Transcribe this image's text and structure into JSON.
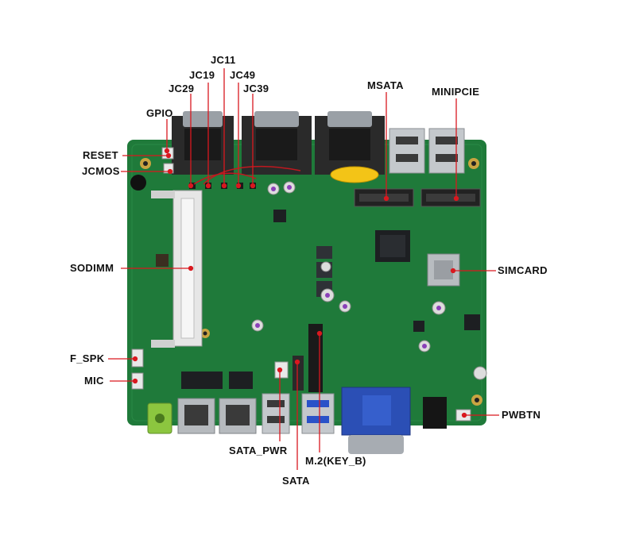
{
  "colors": {
    "board": "#1f7a3a",
    "board_dark": "#16602c",
    "silk": "#e8f3ea",
    "metal": "#b8bcc0",
    "chip": "#1d1f22",
    "vga_blue": "#2b4fb5",
    "audio_green": "#8cc63f",
    "callout": "#d9181f",
    "label_text": "#111111"
  },
  "labels": {
    "jc11": "JC11",
    "jc19": "JC19",
    "jc49": "JC49",
    "jc29": "JC29",
    "jc39": "JC39",
    "gpio": "GPIO",
    "msata": "MSATA",
    "minipcie": "MINIPCIE",
    "reset": "RESET",
    "jcmos": "JCMOS",
    "sodimm": "SODIMM",
    "simcard": "SIMCARD",
    "f_spk": "F_SPK",
    "mic": "MIC",
    "pwbtn": "PWBTN",
    "sata_pwr": "SATA_PWR",
    "m2": "M.2(KEY_B)",
    "sata": "SATA"
  }
}
